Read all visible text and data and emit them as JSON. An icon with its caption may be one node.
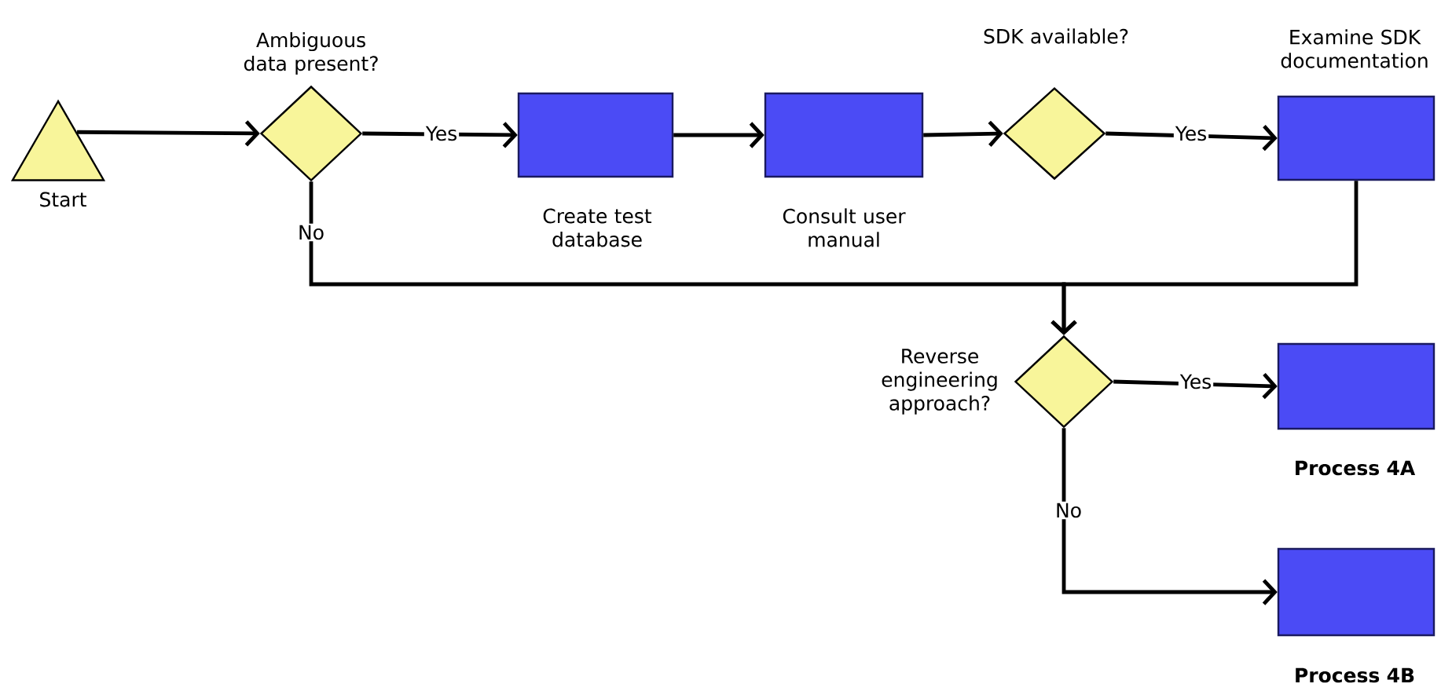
{
  "diagram": {
    "nodes": [
      {
        "text": [
          "Start"
        ]
      },
      {
        "text": [
          "Ambiguous data present?"
        ]
      },
      {
        "text": [
          "Create test database"
        ]
      },
      {
        "text": [
          "Consult user manual"
        ]
      },
      {
        "text": [
          "SDK available?"
        ]
      },
      {
        "text": [
          "Examine SDK documentation"
        ]
      },
      {
        "text": [
          "Reverse engineering approach?"
        ]
      },
      {
        "text": [
          "Process 4A"
        ]
      },
      {
        "text": [
          "Process 4B"
        ]
      }
    ],
    "edges": [
      {
        "from": 0,
        "to": 1,
        "arrow": "to"
      },
      {
        "from": 1,
        "to": 2,
        "arrow": "to",
        "label": "Yes"
      },
      {
        "from": 2,
        "to": 3,
        "arrow": "to"
      },
      {
        "from": 3,
        "to": 4,
        "arrow": "to"
      },
      {
        "from": 4,
        "to": 5,
        "arrow": "to",
        "label": "Yes"
      },
      {
        "from": 1,
        "to": 6,
        "arrow": "to",
        "label": "No"
      },
      {
        "from": 5,
        "to": 6,
        "arrow": "to"
      },
      {
        "from": 6,
        "to": 7,
        "arrow": "to",
        "label": "Yes"
      },
      {
        "from": 6,
        "to": 8,
        "arrow": "to",
        "label": "No"
      }
    ]
  }
}
